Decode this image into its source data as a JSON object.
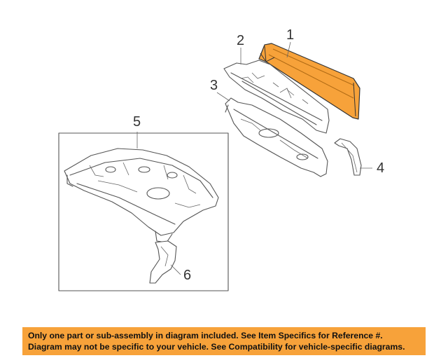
{
  "callouts": {
    "c1": "1",
    "c2": "2",
    "c3": "3",
    "c4": "4",
    "c5": "5",
    "c6": "6"
  },
  "banner": {
    "line1": "Only one part or sub-assembly in diagram included. See Item Specifics for Reference #.",
    "line2": "Diagram may not be specific to your vehicle. See Compatibility for vehicle-specific diagrams."
  },
  "colors": {
    "highlight_part": "#f7a23a",
    "banner_background": "#f7a23a",
    "line_art": "#555555"
  }
}
